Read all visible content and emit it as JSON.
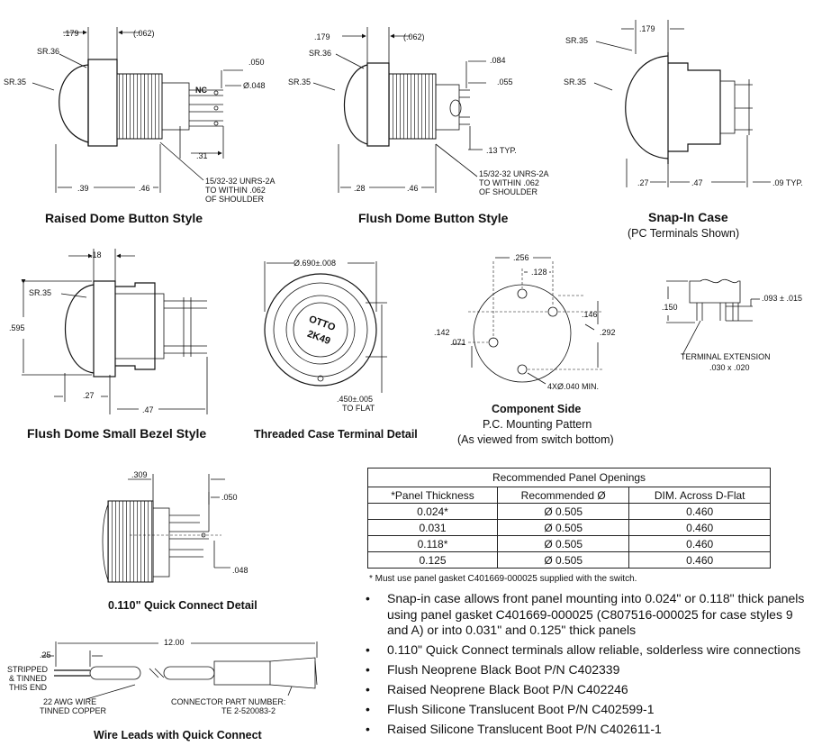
{
  "raised_dome": {
    "title": "Raised Dome Button Style",
    "dim_179": ".179",
    "dim_062": "(.062)",
    "sr36": "SR.36",
    "sr35": "SR.35",
    "dim_050": ".050",
    "dim_048": "Ø.048",
    "nc": "NC",
    "dim_31": ".31",
    "dim_39": ".39",
    "dim_46": ".46",
    "thread_1": "15/32-32 UNRS-2A",
    "thread_2": "TO WITHIN .062",
    "thread_3": "OF SHOULDER"
  },
  "flush_dome": {
    "title": "Flush Dome Button Style",
    "dim_179": ".179",
    "dim_062": "(.062)",
    "sr36": "SR.36",
    "sr35": "SR.35",
    "dim_084": ".084",
    "dim_055": ".055",
    "dim_13": ".13 TYP.",
    "dim_28": ".28",
    "dim_46": ".46",
    "thread_1": "15/32-32 UNRS-2A",
    "thread_2": "TO WITHIN .062",
    "thread_3": "OF SHOULDER"
  },
  "snap_in": {
    "title": "Snap-In Case",
    "subtitle": "(PC Terminals Shown)",
    "dim_179": ".179",
    "sr35_a": "SR.35",
    "sr35_b": "SR.35",
    "dim_27": ".27",
    "dim_47": ".47",
    "dim_09": ".09 TYP."
  },
  "small_bezel": {
    "title": "Flush Dome Small Bezel Style",
    "dim_18": ".18",
    "sr35": "SR.35",
    "dim_595": ".595",
    "dim_27": ".27",
    "dim_47": ".47"
  },
  "threaded_case": {
    "title": "Threaded Case Terminal Detail",
    "dia": "Ø.690±.008",
    "flat_1": ".450±.005",
    "flat_2": "TO FLAT",
    "marking_1": "OTTO",
    "marking_2": "2K49"
  },
  "component_side": {
    "title_1": "Component Side",
    "title_2": "P.C. Mounting Pattern",
    "title_3": "(As viewed from switch bottom)",
    "dim_256": ".256",
    "dim_128": ".128",
    "dim_146": ".146",
    "dim_292": ".292",
    "dim_142": ".142",
    "dim_071": ".071",
    "holes": "4XØ.040 MIN."
  },
  "terminal_ext": {
    "dim_093": ".093 ± .015",
    "dim_150": ".150",
    "label_1": "TERMINAL EXTENSION",
    "label_2": ".030 x .020"
  },
  "quick_connect": {
    "title": "0.110\" Quick Connect Detail",
    "dim_309": ".309",
    "dim_050": ".050",
    "dim_048": ".048"
  },
  "wire_leads": {
    "title": "Wire Leads with Quick Connect",
    "dim_1200": "12.00",
    "dim_25": ".25",
    "stripped_1": "STRIPPED",
    "stripped_2": "& TINNED",
    "stripped_3": "THIS END",
    "awg_1": "22 AWG WIRE",
    "awg_2": "TINNED COPPER",
    "conn_1": "CONNECTOR PART NUMBER:",
    "conn_2": "TE 2-520083-2"
  },
  "panel_table": {
    "caption": "Recommended Panel Openings",
    "headers": [
      "*Panel Thickness",
      "Recommended Ø",
      "DIM. Across D-Flat"
    ],
    "rows": [
      [
        "0.024*",
        "Ø 0.505",
        "0.460"
      ],
      [
        "0.031",
        "Ø 0.505",
        "0.460"
      ],
      [
        "0.118*",
        "Ø 0.505",
        "0.460"
      ],
      [
        "0.125",
        "Ø 0.505",
        "0.460"
      ]
    ],
    "note": "* Must use panel gasket C401669-000025 supplied with the switch."
  },
  "bullets": [
    "Snap-in case allows front panel mounting into 0.024\" or 0.118\" thick panels using panel gasket C401669-000025 (C807516-000025 for case styles 9 and A) or into 0.031\" and 0.125\" thick panels",
    "0.110\" Quick Connect terminals allow reliable, solderless wire connections",
    "Flush Neoprene Black Boot P/N C402339",
    "Raised Neoprene Black Boot P/N C402246",
    "Flush Silicone Translucent Boot P/N C402599-1",
    "Raised Silicone Translucent Boot P/N C402611-1"
  ]
}
